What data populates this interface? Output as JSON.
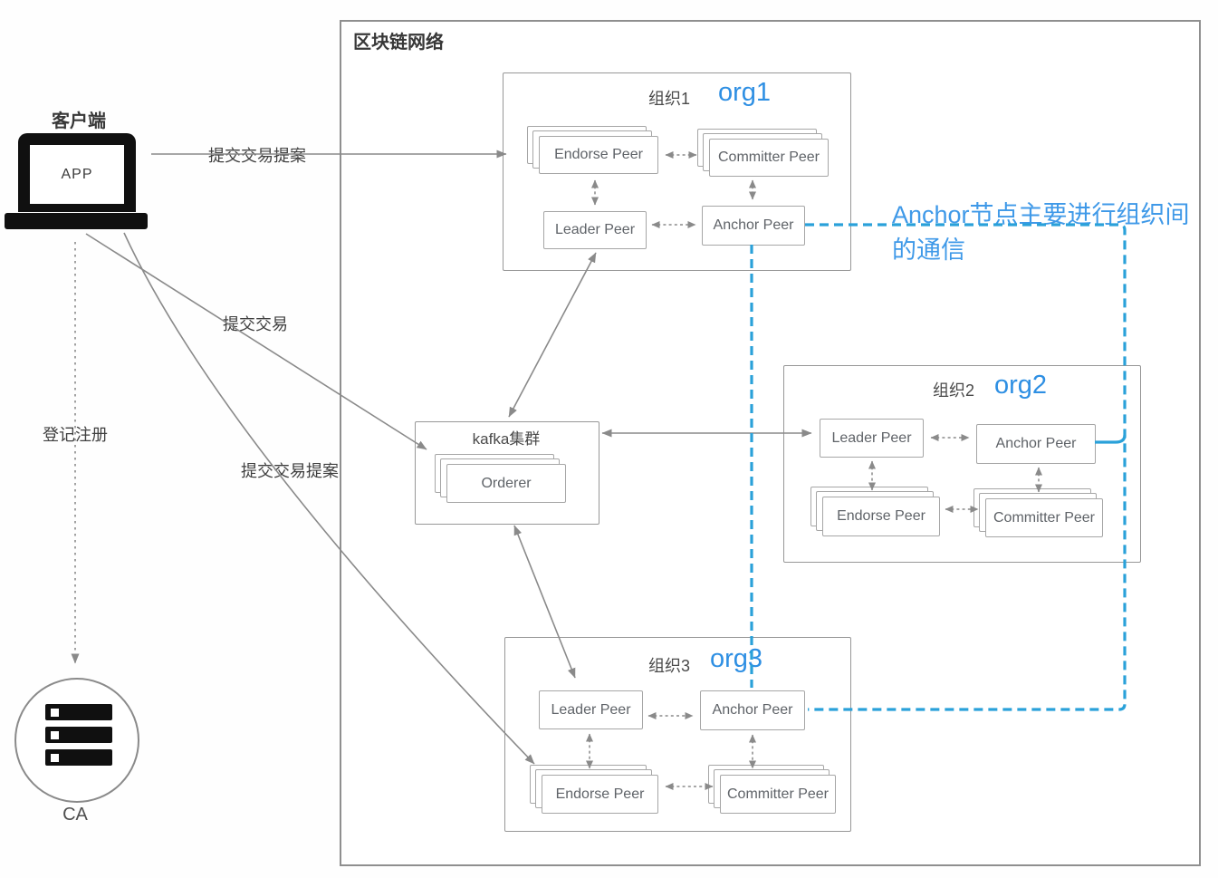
{
  "network": {
    "title": "区块链网络"
  },
  "client": {
    "label": "客户端",
    "app": "APP"
  },
  "ca": {
    "label": "CA"
  },
  "kafka": {
    "title": "kafka集群",
    "orderer": "Orderer"
  },
  "orgs": [
    {
      "title": "组织1",
      "tag": "org1",
      "endorse": "Endorse Peer",
      "committer": "Committer Peer",
      "leader": "Leader Peer",
      "anchor": "Anchor Peer"
    },
    {
      "title": "组织2",
      "tag": "org2",
      "endorse": "Endorse Peer",
      "committer": "Committer Peer",
      "leader": "Leader Peer",
      "anchor": "Anchor Peer"
    },
    {
      "title": "组织3",
      "tag": "org3",
      "endorse": "Endorse Peer",
      "committer": "Committer Peer",
      "leader": "Leader Peer",
      "anchor": "Anchor Peer"
    }
  ],
  "edges": {
    "submit_proposal_top": "提交交易提案",
    "submit_tx": "提交交易",
    "register": "登记注册",
    "submit_proposal_bottom": "提交交易提案"
  },
  "annotation": {
    "line1": "Anchor节点主要进行组织间",
    "line2": "的通信"
  },
  "colors": {
    "anchor_link_blue": "#2aa1d9",
    "org_tag_blue": "#2e8fe3",
    "annotation_blue": "#3f99e8",
    "line_gray": "#8a8a8a"
  }
}
